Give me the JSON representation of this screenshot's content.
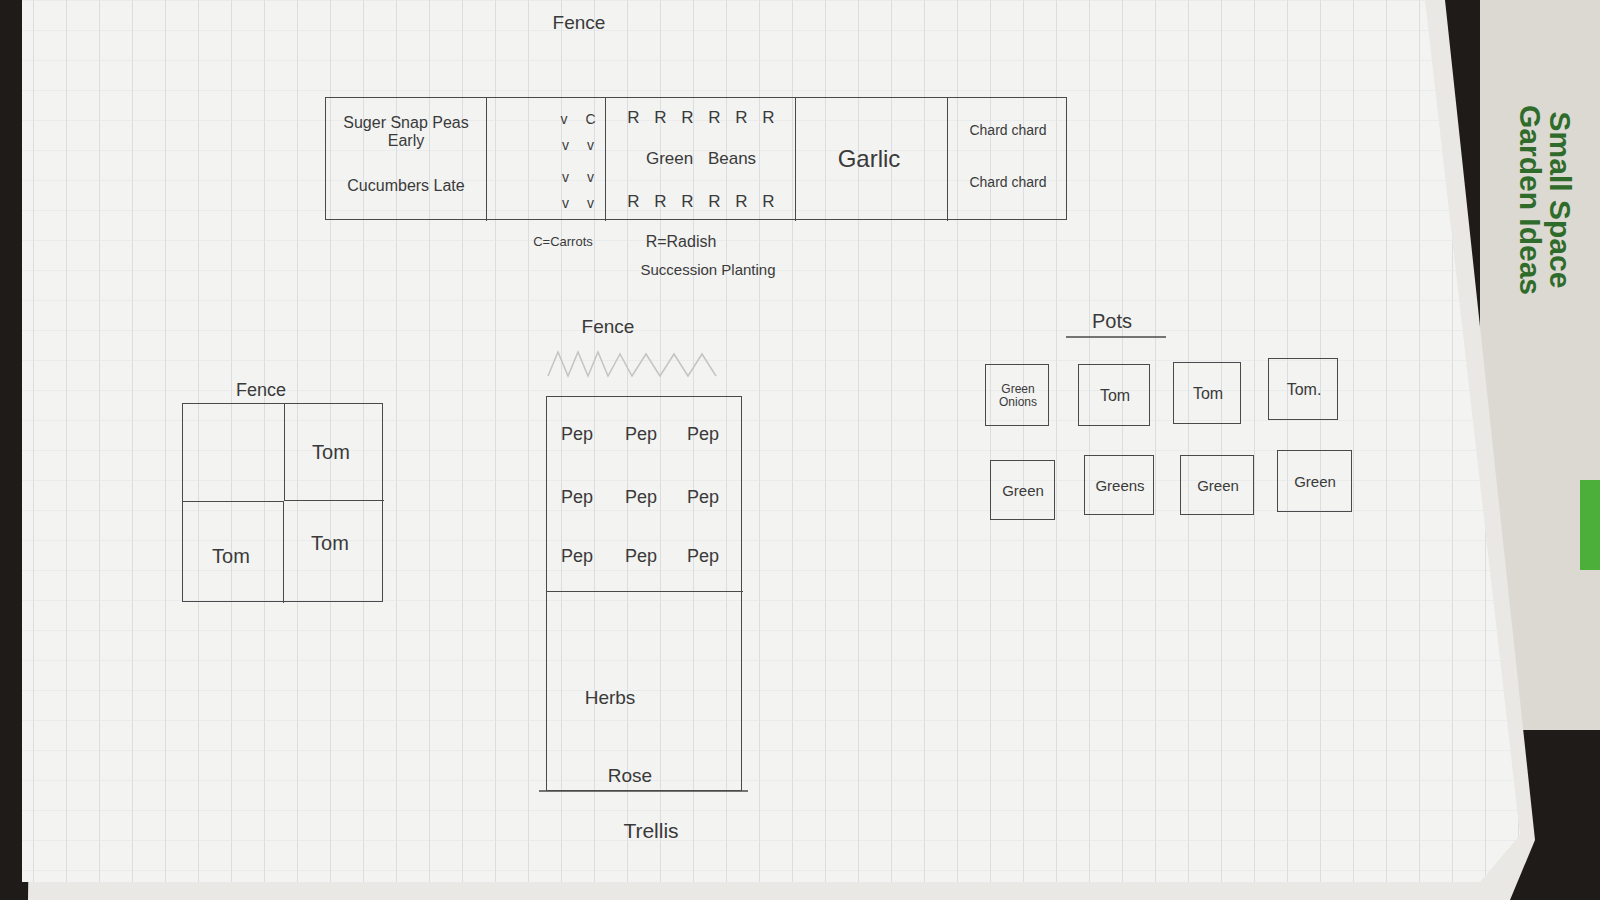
{
  "diagram": {
    "nodes": [
      {
        "text": [
          "Fence"
        ]
      },
      {
        "text": [
          "Suger Snap Peas Early",
          "Cucumbers Late"
        ],
        "in": 0
      },
      {
        "text": [
          "v C",
          "v v",
          "v v",
          "v v"
        ],
        "in": 0
      },
      {
        "text": [
          "R R R R R R",
          "Green Beans",
          "R R R R R R"
        ],
        "in": 0
      },
      {
        "text": [
          "Garlic"
        ],
        "in": 0
      },
      {
        "text": [
          "Chard chard",
          "Chard chard"
        ],
        "in": 0
      },
      {
        "text": [
          "Fence"
        ]
      },
      {
        "text": [
          "Tom"
        ],
        "in": 6
      },
      {
        "text": [
          "Tom"
        ],
        "in": 6
      },
      {
        "text": [
          "Tom"
        ],
        "in": 6
      },
      {
        "text": [
          "Fence"
        ]
      },
      {
        "text": [
          "Pep",
          "Pep",
          "Pep",
          "Pep",
          "Pep",
          "Pep",
          "Pep",
          "Pep",
          "Pep"
        ],
        "in": 10
      },
      {
        "text": [
          "Herbs",
          "Rose"
        ],
        "in": 10
      },
      {
        "text": [
          "Green Onions"
        ]
      },
      {
        "text": [
          "Tom"
        ]
      },
      {
        "text": [
          "Tom"
        ]
      },
      {
        "text": [
          "Tom."
        ]
      },
      {
        "text": [
          "Green"
        ]
      },
      {
        "text": [
          "Greens"
        ]
      },
      {
        "text": [
          "Green"
        ]
      },
      {
        "text": [
          "Green"
        ]
      }
    ],
    "labels": [
      "C=Carrots",
      "R=Radish",
      "Succession Planting",
      "Trellis",
      "Pots",
      "Small Space Garden Ideas"
    ]
  }
}
